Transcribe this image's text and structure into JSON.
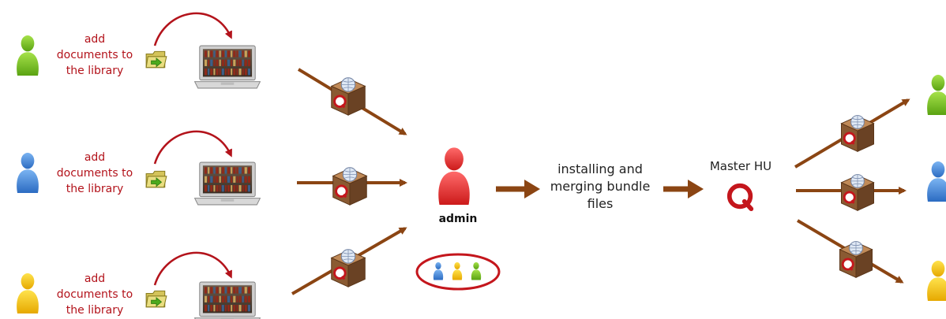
{
  "rows": [
    {
      "user_color": "#7cc21c",
      "label_lines": [
        "add",
        "documents to",
        "the library"
      ]
    },
    {
      "user_color": "#3f83d6",
      "label_lines": [
        "add",
        "documents to",
        "the library"
      ]
    },
    {
      "user_color": "#f5c000",
      "label_lines": [
        "add",
        "documents to",
        "the library"
      ]
    }
  ],
  "admin": {
    "label": "admin",
    "color": "#e22a2a"
  },
  "process": {
    "lines": [
      "installing and",
      "merging bundle",
      "files"
    ]
  },
  "master": {
    "label": "Master HU"
  },
  "colors": {
    "arrow": "#8b4513",
    "accent_red": "#b3131b",
    "green_user": "#7cc21c",
    "blue_user": "#3f83d6",
    "yellow_user": "#f5c000"
  }
}
